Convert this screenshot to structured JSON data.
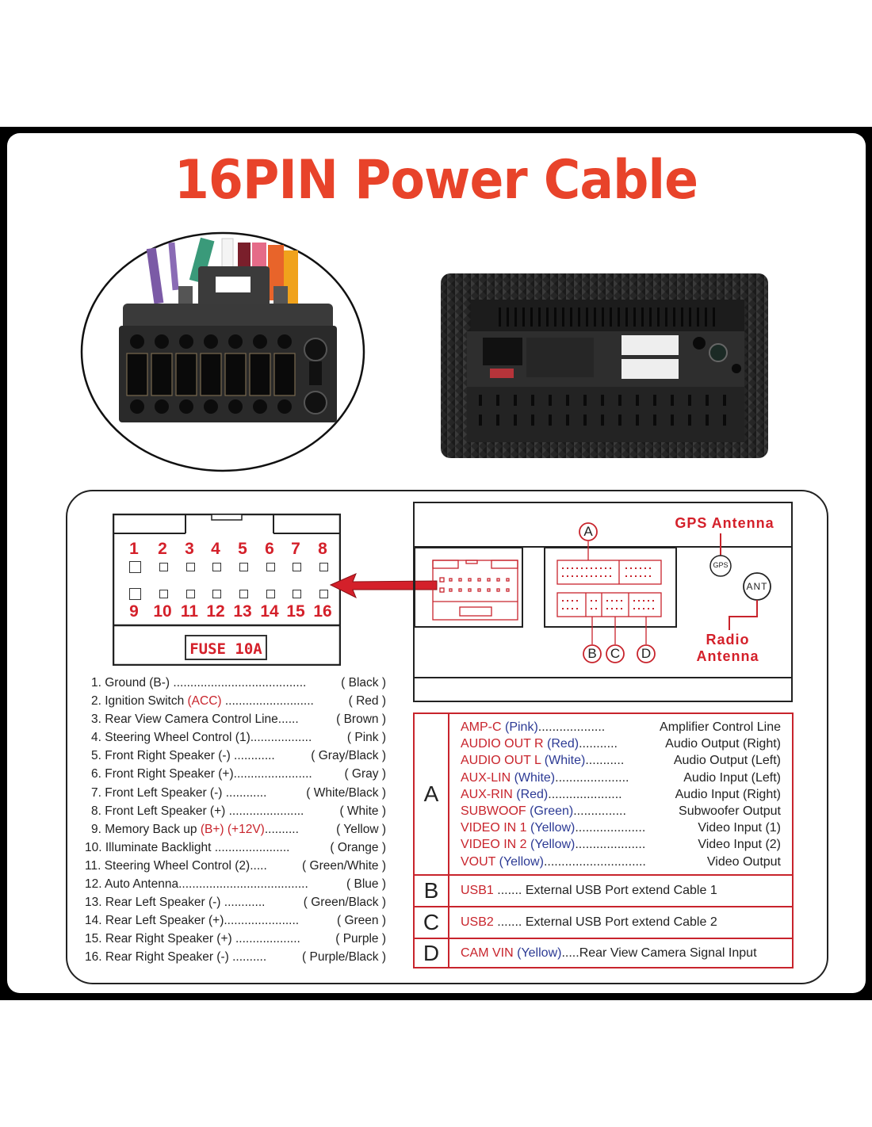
{
  "title": "16PIN Power Cable",
  "connector_diagram": {
    "top_pins": [
      "1",
      "2",
      "3",
      "4",
      "5",
      "6",
      "7",
      "8"
    ],
    "bottom_pins": [
      "9",
      "10",
      "11",
      "12",
      "13",
      "14",
      "15",
      "16"
    ],
    "fuse_label": "FUSE 10A"
  },
  "wire_list": [
    {
      "num": "1.",
      "label": "Ground (B-)",
      "highlight": "",
      "dots": " .......................................",
      "color": "( Black )"
    },
    {
      "num": "2.",
      "label": "Ignition Switch ",
      "highlight": "(ACC)",
      "dots": " ..........................",
      "color": "( Red )"
    },
    {
      "num": "3.",
      "label": "Rear View Camera Control Line",
      "highlight": "",
      "dots": "......",
      "color": "( Brown )"
    },
    {
      "num": "4.",
      "label": "Steering Wheel Control (1)",
      "highlight": "",
      "dots": "..................",
      "color": "( Pink )"
    },
    {
      "num": "5.",
      "label": "Front Right Speaker (-)",
      "highlight": "",
      "dots": " ............",
      "color": "( Gray/Black )"
    },
    {
      "num": "6.",
      "label": "Front Right Speaker (+)",
      "highlight": "",
      "dots": ".......................",
      "color": "( Gray )"
    },
    {
      "num": "7.",
      "label": "Front Left Speaker (-)",
      "highlight": "",
      "dots": " ............",
      "color": "( White/Black )"
    },
    {
      "num": "8.",
      "label": "Front Left Speaker (+)",
      "highlight": "",
      "dots": " ......................",
      "color": "( White )"
    },
    {
      "num": "9.",
      "label": "Memory Back up ",
      "highlight": "(B+) (+12V)",
      "dots": "..........",
      "color": "( Yellow )"
    },
    {
      "num": "10.",
      "label": "Illuminate Backlight",
      "highlight": "",
      "dots": "  ......................",
      "color": "( Orange )"
    },
    {
      "num": "11.",
      "label": "Steering Wheel Control (2)",
      "highlight": "",
      "dots": ".....",
      "color": "( Green/White )"
    },
    {
      "num": "12.",
      "label": "Auto Antenna",
      "highlight": "",
      "dots": "......................................",
      "color": "( Blue )"
    },
    {
      "num": "13.",
      "label": "Rear Left Speaker (-)",
      "highlight": "",
      "dots": " ............",
      "color": "( Green/Black )"
    },
    {
      "num": "14.",
      "label": "Rear Left Speaker (+)",
      "highlight": "",
      "dots": "......................",
      "color": "( Green )"
    },
    {
      "num": "15.",
      "label": "Rear Right Speaker (+)",
      "highlight": "",
      "dots": " ...................",
      "color": "( Purple )"
    },
    {
      "num": "16.",
      "label": "Rear Right Speaker (-)",
      "highlight": "",
      "dots": " ..........",
      "color": "( Purple/Black )"
    }
  ],
  "radio_diagram": {
    "gps_label": "GPS Antenna",
    "gps_port": "GPS",
    "ant_port": "ANT",
    "radio_label_line1": "Radio",
    "radio_label_line2": "Antenna",
    "markers": [
      "A",
      "B",
      "C",
      "D"
    ]
  },
  "legend": {
    "A": {
      "letter": "A",
      "lines": [
        {
          "code": "AMP-C ",
          "color": "(Pink)",
          "dots": "...................",
          "desc": "Amplifier Control Line"
        },
        {
          "code": "AUDIO OUT R ",
          "color": "(Red)",
          "dots": "...........",
          "desc": "Audio Output (Right)"
        },
        {
          "code": "AUDIO OUT L ",
          "color": "(White)",
          "dots": "...........",
          "desc": "Audio Output (Left)"
        },
        {
          "code": "AUX-LIN ",
          "color": "(White)",
          "dots": ".....................",
          "desc": "Audio Input (Left)"
        },
        {
          "code": "AUX-RIN ",
          "color": "(Red)",
          "dots": ".....................",
          "desc": "Audio Input (Right)"
        },
        {
          "code": "SUBWOOF ",
          "color": "(Green)",
          "dots": "...............",
          "desc": "Subwoofer Output"
        },
        {
          "code": "VIDEO IN 1 ",
          "color": "(Yellow)",
          "dots": "....................",
          "desc": "Video Input (1)"
        },
        {
          "code": "VIDEO IN 2 ",
          "color": "(Yellow)",
          "dots": "....................",
          "desc": "Video Input (2)"
        },
        {
          "code": "VOUT ",
          "color": "(Yellow)",
          "dots": ".............................",
          "desc": "Video Output"
        }
      ]
    },
    "B": {
      "letter": "B",
      "code": "USB1",
      "color": "",
      "dots": " ....... ",
      "desc": "External USB Port extend Cable 1"
    },
    "C": {
      "letter": "C",
      "code": "USB2",
      "color": "",
      "dots": " ....... ",
      "desc": "External USB Port extend Cable 2"
    },
    "D": {
      "letter": "D",
      "code": "CAM VIN ",
      "color": "(Yellow)",
      "dots": ".....",
      "desc": "Rear View Camera Signal Input"
    }
  },
  "colors": {
    "title": "#e8432a",
    "accent_red": "#c8242c",
    "wire_color_blue": "#2c3a94",
    "frame": "#000000"
  }
}
